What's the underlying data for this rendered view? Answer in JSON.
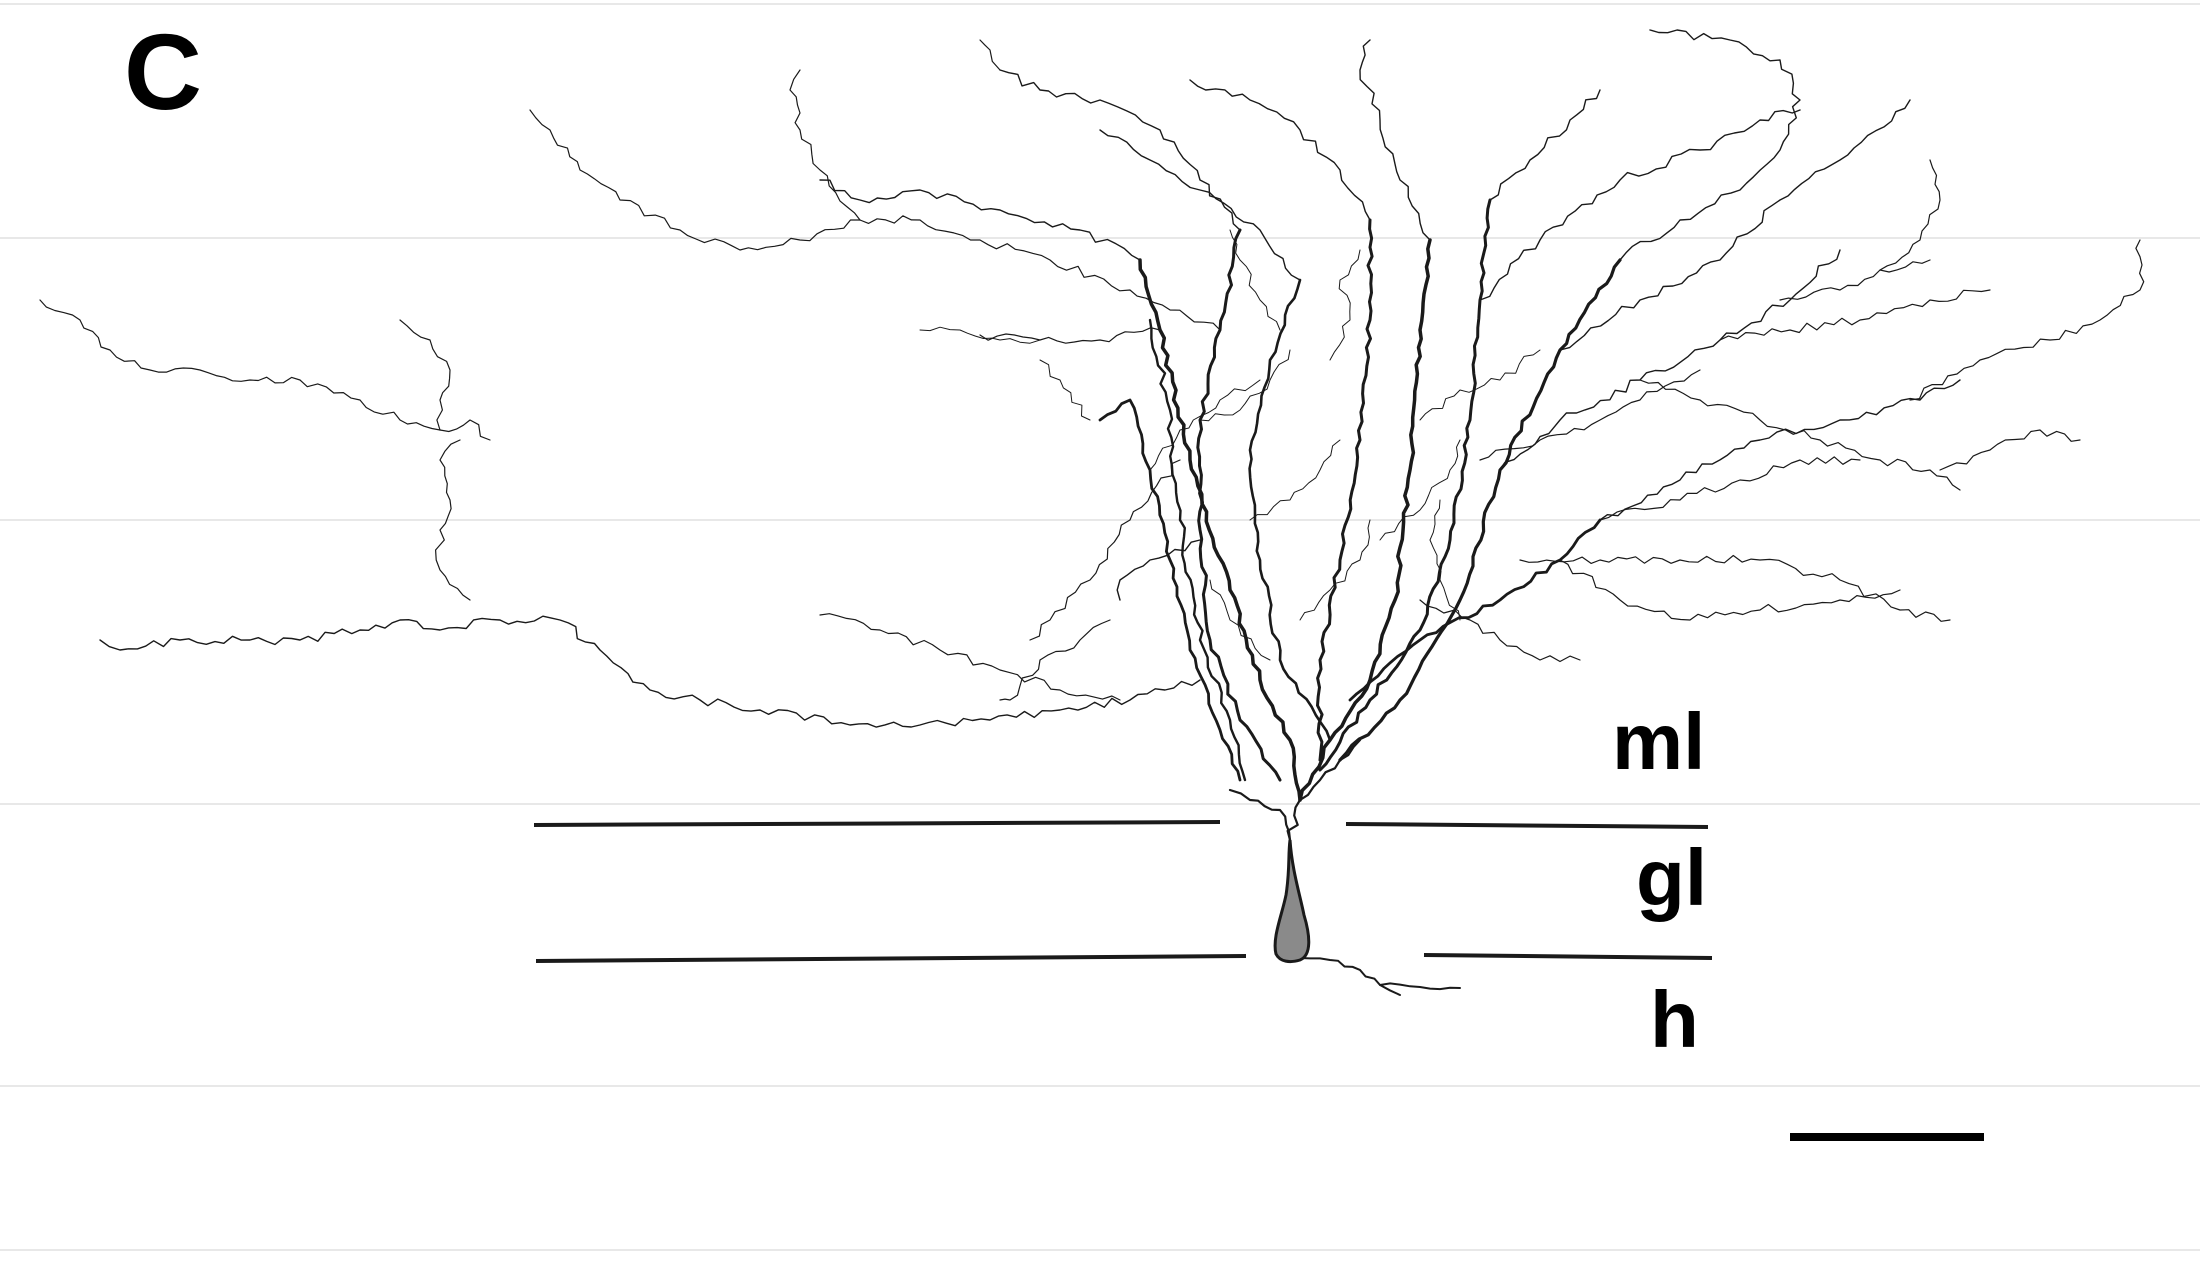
{
  "figure": {
    "panel_label": "C",
    "layers": [
      {
        "id": "ml",
        "label": "ml"
      },
      {
        "id": "gl",
        "label": "gl"
      },
      {
        "id": "h",
        "label": "h"
      }
    ],
    "scale_bar": {
      "label": ""
    },
    "colors": {
      "ink": "#1a1a1a",
      "background": "#ffffff",
      "guide": "#e8e8e8"
    }
  }
}
